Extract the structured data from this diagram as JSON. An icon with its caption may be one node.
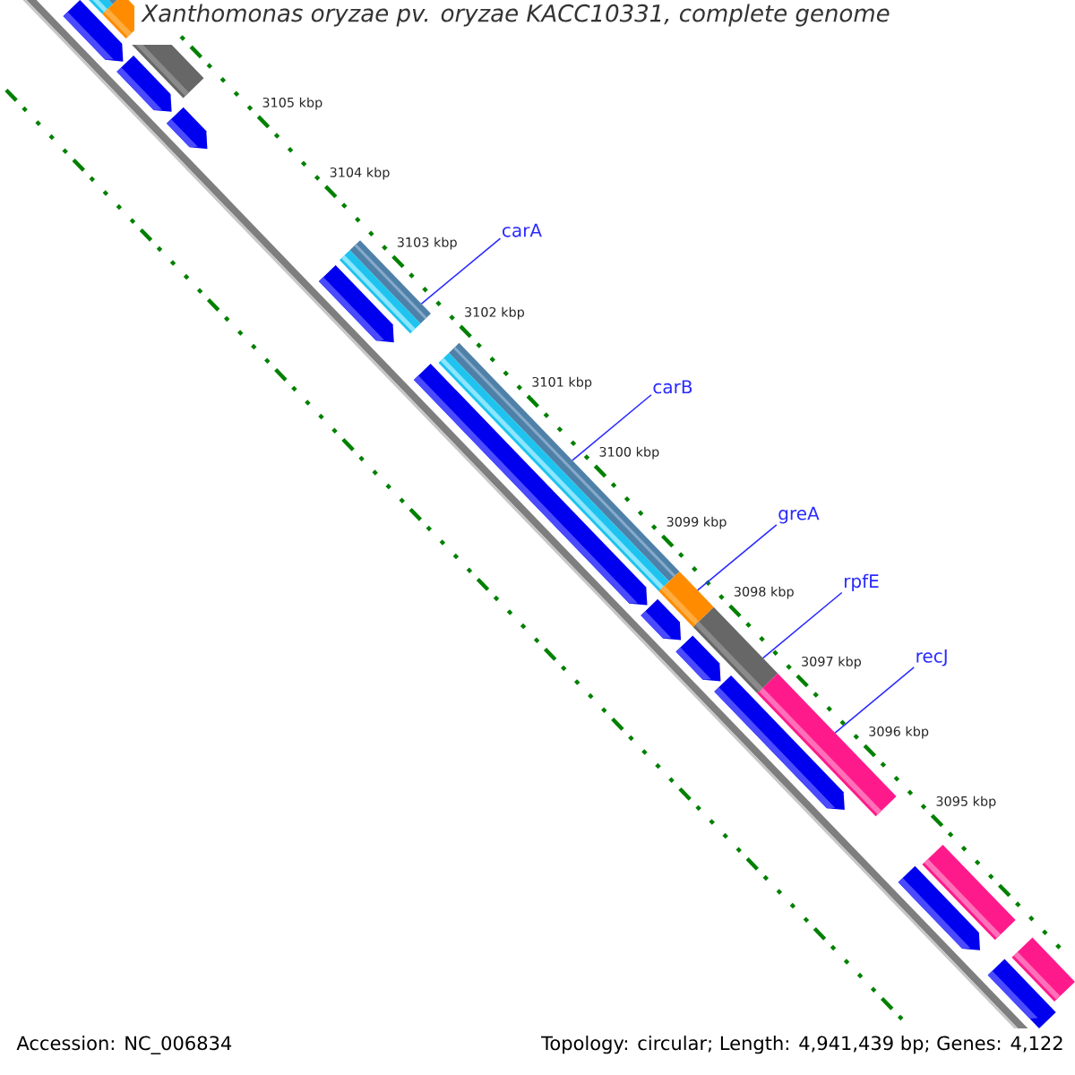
{
  "diagram": {
    "title": "Xanthomonas oryzae pv. oryzae KACC10331, complete genome",
    "nodes": [
      {
        "text": [
          "carA"
        ]
      },
      {
        "text": [
          "carB"
        ]
      },
      {
        "text": [
          "greA"
        ]
      },
      {
        "text": [
          "rpfE"
        ]
      },
      {
        "text": [
          "recJ"
        ]
      },
      {
        "text": [],
        "shape": "bar"
      },
      {
        "text": [],
        "shape": "bar"
      },
      {
        "text": [],
        "shape": "bar"
      },
      {
        "text": [],
        "shape": "bar"
      },
      {
        "text": [],
        "shape": "bar"
      },
      {
        "text": [],
        "shape": "bar"
      },
      {
        "text": [],
        "shape": "bar"
      },
      {
        "text": [],
        "shape": "bar"
      },
      {
        "text": [],
        "shape": "bar"
      },
      {
        "text": [],
        "shape": "bar"
      },
      {
        "text": [],
        "shape": "bar"
      },
      {
        "text": [],
        "shape": "bar"
      },
      {
        "text": [],
        "shape": "bar"
      },
      {
        "text": [],
        "shape": "bar"
      },
      {
        "text": [],
        "shape": "bar"
      },
      {
        "text": [],
        "shape": "bar"
      },
      {
        "text": [],
        "shape": "bar"
      },
      {
        "text": [],
        "shape": "bar"
      },
      {
        "text": [],
        "shape": "bar"
      },
      {
        "text": [],
        "shape": "bar"
      }
    ],
    "edges": [
      {
        "from": 0,
        "to": 11,
        "arrow": "none"
      },
      {
        "from": 1,
        "to": 13,
        "arrow": "none"
      },
      {
        "from": 2,
        "to": 15,
        "arrow": "none"
      },
      {
        "from": 3,
        "to": 17,
        "arrow": "none"
      },
      {
        "from": 4,
        "to": 19,
        "arrow": "none"
      }
    ],
    "labels": [
      "3105 kbp",
      "3104 kbp",
      "3103 kbp",
      "3102 kbp",
      "3101 kbp",
      "3100 kbp",
      "3099 kbp",
      "3098 kbp",
      "3097 kbp",
      "3096 kbp",
      "3095 kbp",
      "Accession: NC_006834",
      "Topology: circular; Length: 4,941,439 bp; Genes: 4,122"
    ]
  }
}
